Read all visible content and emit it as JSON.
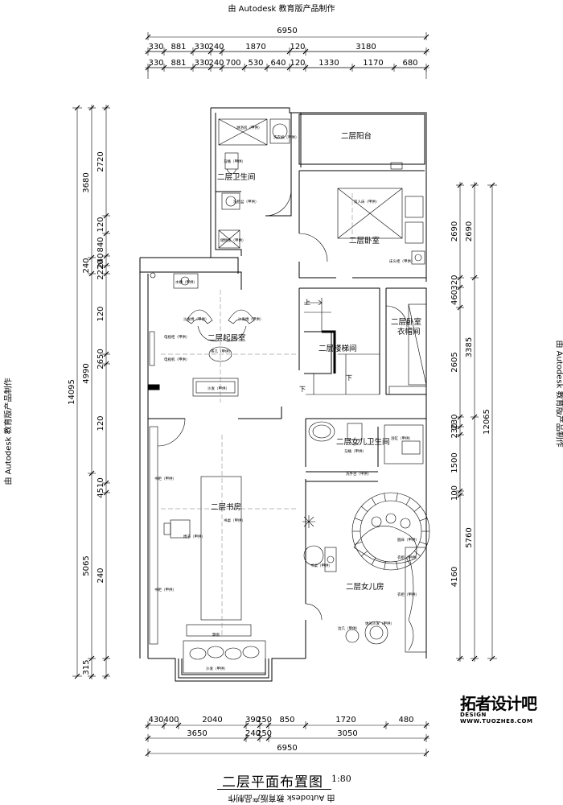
{
  "watermark": "由 Autodesk 教育版产品制作",
  "drawing_title": "二层平面布置图",
  "scale": "1:80",
  "logo": {
    "main": "拓者设计吧",
    "sub": "DESIGN WWW.TUOZHE8.COM"
  },
  "dims_top": {
    "total": "6950",
    "row1": [
      "330",
      "881",
      "330",
      "240",
      "1870",
      "120",
      "3180"
    ],
    "row2": [
      "330",
      "881",
      "330",
      "240",
      "700",
      "530",
      "640",
      "120",
      "1330",
      "1170",
      "680"
    ]
  },
  "dims_bottom": {
    "row1": [
      "430",
      "400",
      "2040",
      "390",
      "250",
      "850",
      "1720",
      "480"
    ],
    "row2": [
      "3650",
      "240",
      "250",
      "3050"
    ],
    "total": "6950"
  },
  "dims_left": {
    "total": "14095",
    "outer": [
      "3680",
      "240",
      "4990",
      "5065",
      "315"
    ],
    "inner": [
      "2720",
      "120",
      "840",
      "240",
      "2220",
      "120",
      "2650",
      "120",
      "4510",
      "240"
    ]
  },
  "dims_right": {
    "total": "12065",
    "outer": [
      "2690",
      "3385",
      "5760"
    ],
    "inner": [
      "2690",
      "320",
      "460",
      "2605",
      "230",
      "230",
      "1500",
      "100",
      "4160"
    ]
  },
  "rooms": {
    "balcony": "二层阳台",
    "bathroom": "二层卫生间",
    "bedroom": "二层卧室",
    "living": "二层起居室",
    "stair": "二层楼梯间",
    "wardrobe": "二层卧室衣帽间",
    "daughter_bath": "二层女儿卫生间",
    "study": "二层书房",
    "daughter_room": "二层女儿房"
  },
  "furniture": {
    "shower": "淋浴房（甲供）",
    "washer": "洗衣机（甲供）",
    "toilet": "马桶（甲供）",
    "basin": "洗脸盆（甲供）",
    "storage": "储物柜（甲供）",
    "double_bed": "双人床（甲供）",
    "nightstand": "床头柜（甲供）",
    "bar": "水槽（甲供）",
    "armchair": "沙发椅（甲供）",
    "tea_table": "茶几（甲供）",
    "tv_cabinet": "电视柜（甲供）",
    "tv": "电视机（甲供）",
    "sofa": "沙发（甲供）",
    "bathtub": "浴缸（甲供）",
    "vanity": "洗手台（甲供）",
    "bookshelf": "书柜（甲供）",
    "desk": "书桌（甲供）",
    "chair": "椅子（甲供）",
    "window_seat": "飘窗",
    "round_bed": "圆床（甲供）",
    "dresser": "书桌（甲供）",
    "wardrobe_cab": "衣柜（甲供）",
    "side_table": "边几（甲供）",
    "leisure_sofa": "休闲沙发（甲供）",
    "stair_up": "上",
    "stair_down": "下"
  }
}
